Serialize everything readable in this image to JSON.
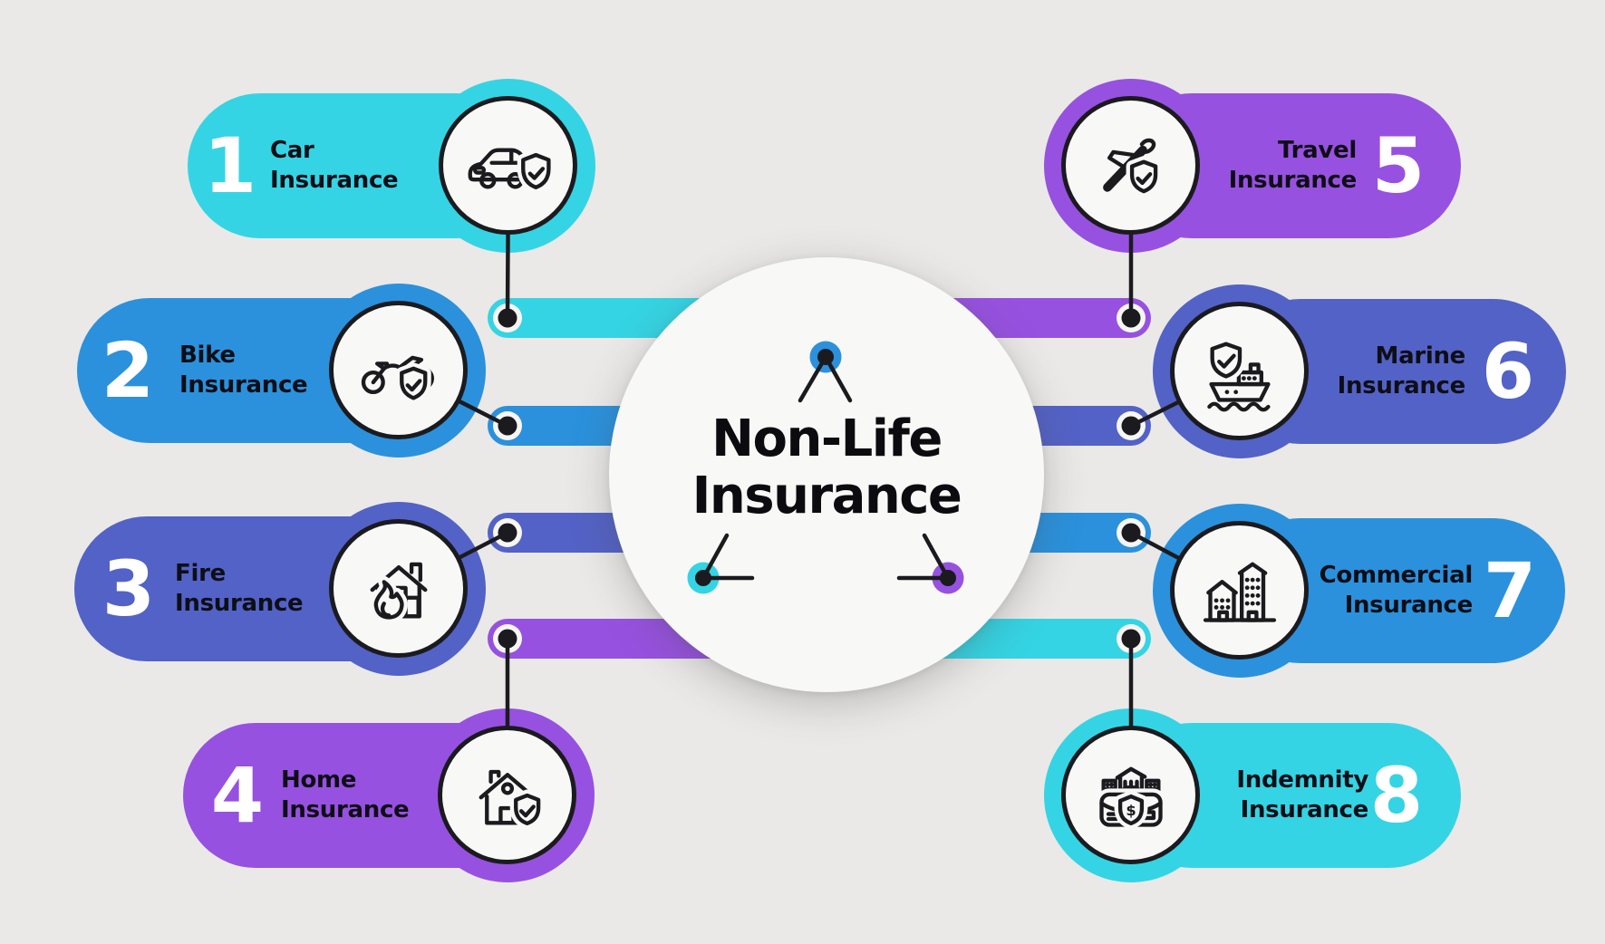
{
  "title": {
    "line1": "Non-Life",
    "line2": "Insurance"
  },
  "colors": {
    "cyan": "#35d4e4",
    "blue": "#2b91dc",
    "indigo": "#5362c6",
    "purple": "#9751e0",
    "ink": "#1b1b1f",
    "background": "#eae9e7",
    "card": "#f8f8f6"
  },
  "items": [
    {
      "num": "1",
      "line1": "Car",
      "line2": "Insurance",
      "color": "cyan",
      "icon": "car-shield"
    },
    {
      "num": "2",
      "line1": "Bike",
      "line2": "Insurance",
      "color": "blue",
      "icon": "motorcycle-shield"
    },
    {
      "num": "3",
      "line1": "Fire",
      "line2": "Insurance",
      "color": "indigo",
      "icon": "burning-house"
    },
    {
      "num": "4",
      "line1": "Home",
      "line2": "Insurance",
      "color": "purple",
      "icon": "house-shield"
    },
    {
      "num": "5",
      "line1": "Travel",
      "line2": "Insurance",
      "color": "purple",
      "icon": "plane-shield"
    },
    {
      "num": "6",
      "line1": "Marine",
      "line2": "Insurance",
      "color": "indigo",
      "icon": "ship-shield"
    },
    {
      "num": "7",
      "line1": "Commercial",
      "line2": "Insurance",
      "color": "blue",
      "icon": "office-buildings"
    },
    {
      "num": "8",
      "line1": "Indemnity",
      "line2": "Insurance",
      "color": "cyan",
      "icon": "briefcase-bank"
    }
  ]
}
